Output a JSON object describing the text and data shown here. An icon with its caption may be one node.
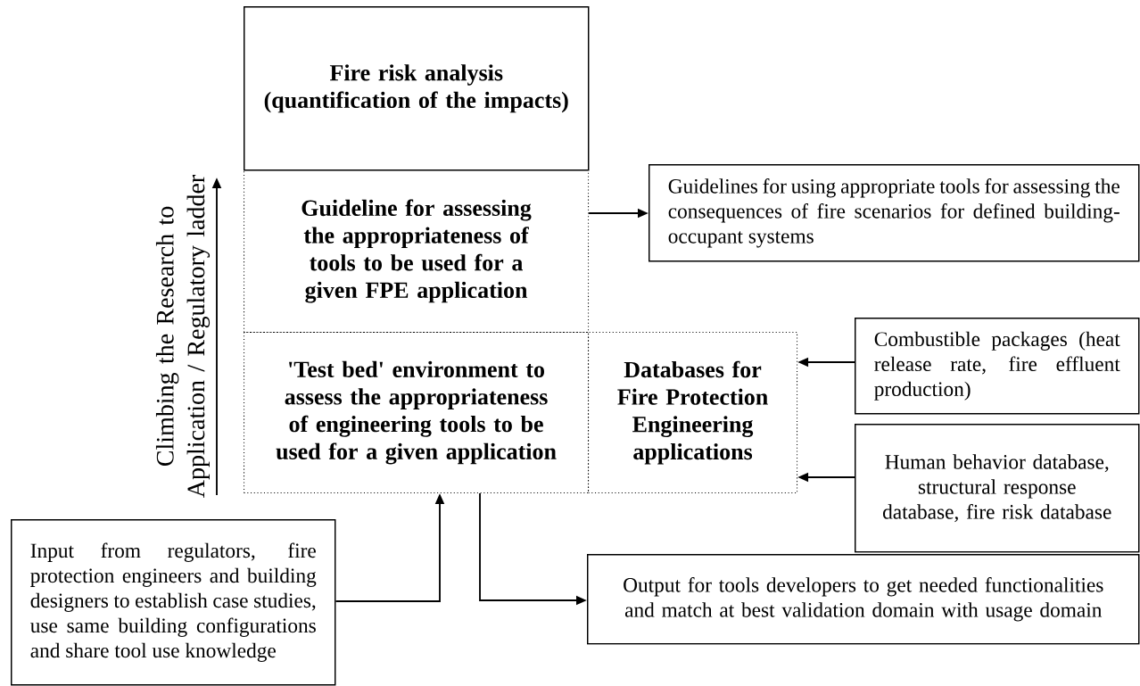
{
  "diagram": {
    "nodes": [
      {
        "text": [
          "Fire risk analysis (quantification of the impacts)"
        ]
      },
      {
        "text": [
          "Guideline for assessing the appropriateness of tools to be used for a given FPE application"
        ]
      },
      {
        "text": [
          "'Test bed' environment to assess the appropriateness of engineering tools to be used for a given application"
        ]
      },
      {
        "text": [
          "Databases for Fire Protection Engineering applications"
        ]
      },
      {
        "text": [
          "Guidelines for using appropriate tools for assessing the consequences of fire scenarios for defined building-occupant systems"
        ]
      },
      {
        "text": [
          "Combustible packages (heat release rate, fire effluent production)"
        ]
      },
      {
        "text": [
          "Human behavior database, structural response database, fire risk database"
        ]
      },
      {
        "text": [
          "Input from regulators, fire protection engineers and building designers to establish case studies, use same building configurations and share tool use knowledge"
        ]
      },
      {
        "text": [
          "Output for tools developers to get needed functionalities and match at best validation domain with usage domain"
        ]
      }
    ],
    "edges": [
      {
        "from": 1,
        "to": 4,
        "arrow": "to"
      },
      {
        "from": 5,
        "to": 3,
        "arrow": "to"
      },
      {
        "from": 6,
        "to": 3,
        "arrow": "to"
      },
      {
        "from": 7,
        "to": 2,
        "arrow": "to"
      },
      {
        "from": 2,
        "to": 8,
        "arrow": "to"
      }
    ],
    "labels": [
      "Climbing the Research to Application / Regulatory ladder"
    ]
  }
}
